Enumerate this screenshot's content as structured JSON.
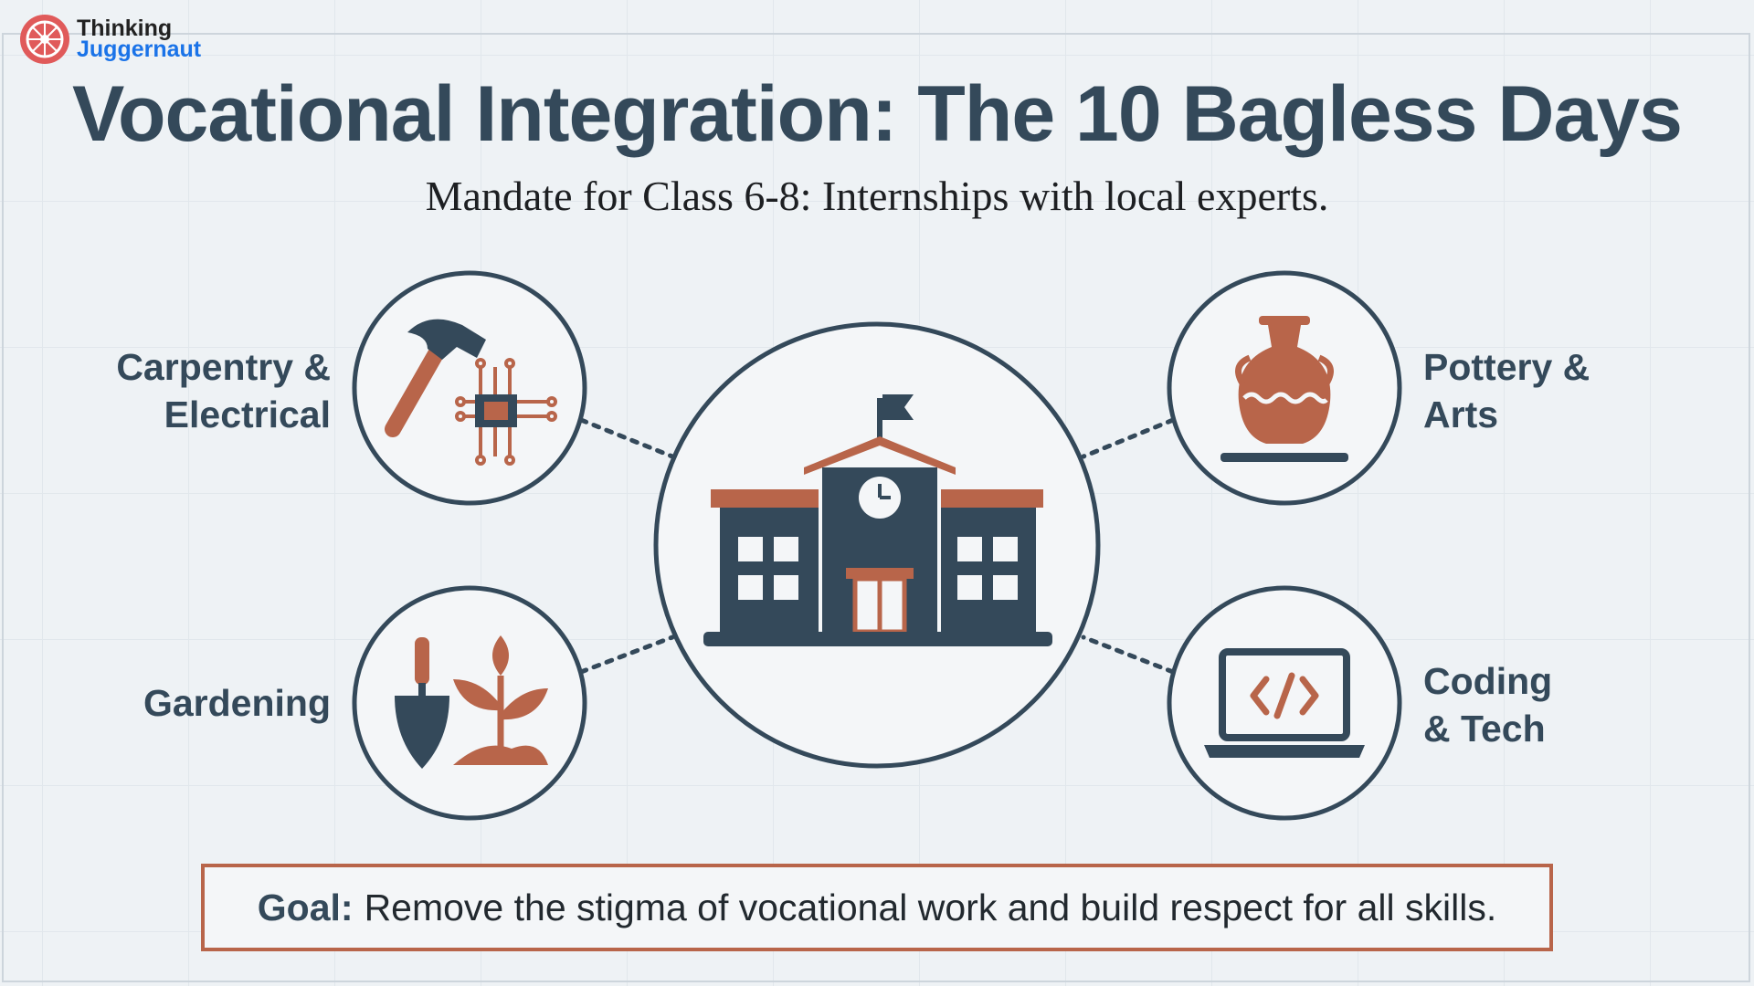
{
  "brand": {
    "line1": "Thinking",
    "line2": "Juggernaut"
  },
  "title": "Vocational Integration: The 10 Bagless Days",
  "subtitle": "Mandate for Class 6-8: Internships with local experts.",
  "nodes": [
    {
      "label_line1": "Carpentry &",
      "label_line2": "Electrical",
      "icon": "hammer-chip-icon"
    },
    {
      "label_line1": "Gardening",
      "label_line2": "",
      "icon": "trowel-plant-icon"
    },
    {
      "label_line1": "Pottery &",
      "label_line2": "Arts",
      "icon": "pottery-vase-icon"
    },
    {
      "label_line1": "Coding",
      "label_line2": "& Tech",
      "icon": "laptop-code-icon"
    }
  ],
  "center": {
    "icon": "school-building-icon"
  },
  "goal": {
    "key": "Goal:",
    "text": "Remove the stigma of vocational work and build respect for all skills."
  },
  "colors": {
    "primary": "#34495a",
    "accent": "#b8654a",
    "background": "#eef2f5",
    "brand_red": "#e05a5a",
    "brand_blue": "#1a73e8"
  }
}
